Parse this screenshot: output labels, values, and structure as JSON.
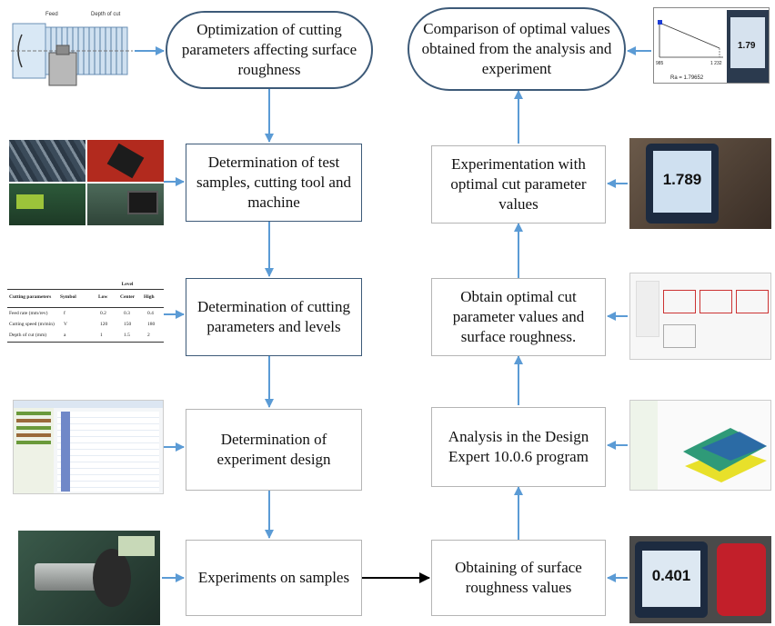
{
  "boxes": {
    "optimization": "Optimization of cutting parameters affecting surface roughness",
    "test_samples": "Determination of test samples, cutting tool and machine",
    "cutting_params": "Determination of cutting parameters and levels",
    "experiment_design": "Determination of experiment design",
    "experiments": "Experiments on samples",
    "surface_values": "Obtaining of surface roughness values",
    "design_expert": "Analysis in the Design Expert 10.0.6 program",
    "obtain_optimal": "Obtain optimal cut parameter values and surface roughness.",
    "experimentation": "Experimentation with optimal cut parameter values",
    "comparison": "Comparison of optimal values obtained from the analysis and experiment"
  },
  "thumbnails": {
    "lathe_diagram": {
      "label_feed": "Feed",
      "label_depth": "Depth of cut"
    },
    "parameter_table": {
      "group_header": "Level",
      "headers": [
        "Cutting parameters",
        "Symbol",
        "Low",
        "Center",
        "High"
      ],
      "rows": [
        [
          "Feed rate (mm/rev)",
          "f",
          "0.2",
          "0.3",
          "0.4"
        ],
        [
          "Cutting speed (m/min)",
          "V",
          "120",
          "150",
          "180"
        ],
        [
          "Depth of cut (mm)",
          "a",
          "1",
          "1.5",
          "2"
        ]
      ]
    },
    "meter_reading_1": "1.789",
    "meter_reading_2": "0.401",
    "comparison_chart": {
      "tick_left": "985",
      "tick_right": "1 232",
      "ra_label": "Ra = 1.79652",
      "meter_value": "1.79"
    }
  },
  "colors": {
    "box_border_dark": "#3d5a78",
    "box_border_light": "#b5b5b5",
    "arrow_blue": "#5b9bd5",
    "arrow_black": "#000000"
  }
}
